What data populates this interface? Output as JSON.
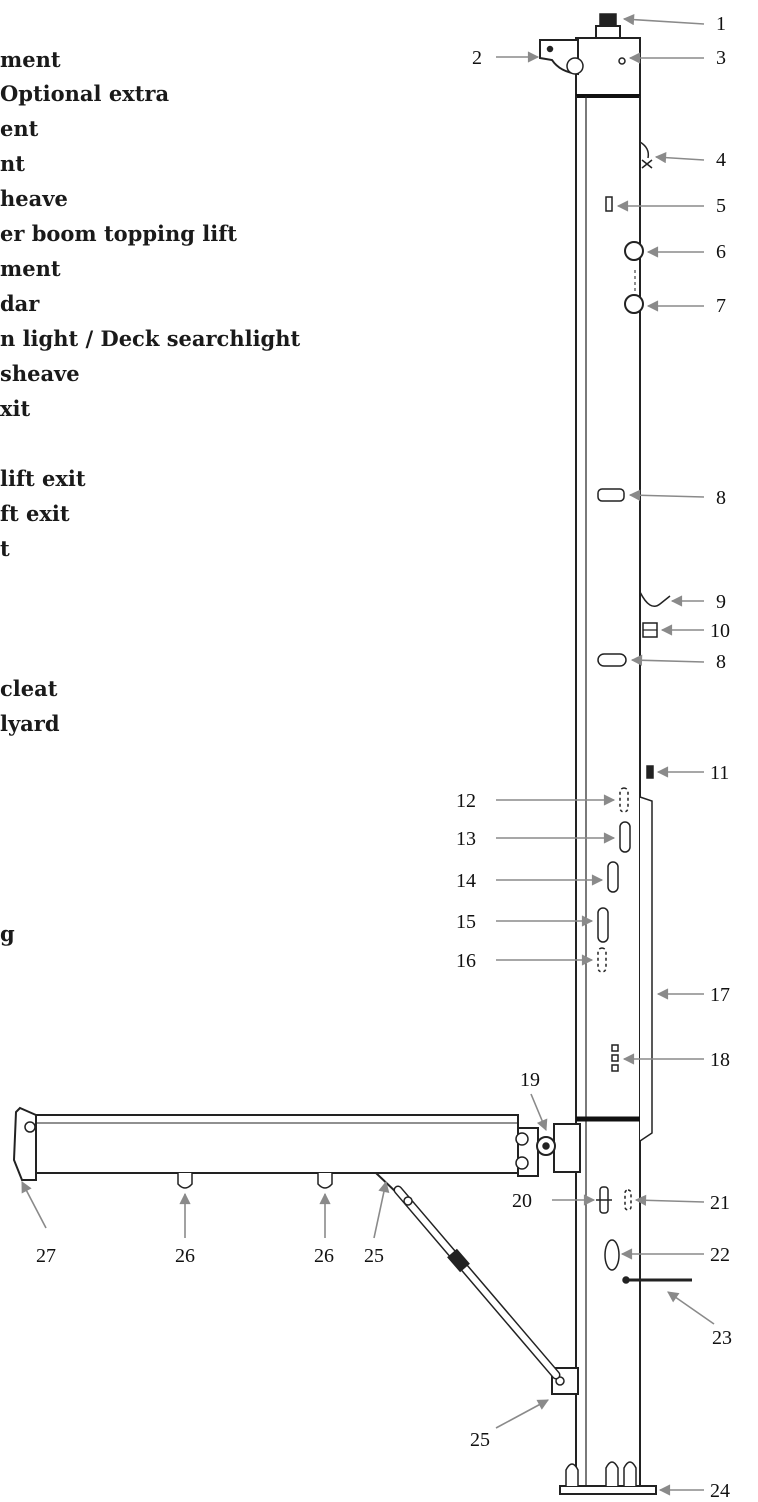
{
  "legend": [
    "ment",
    " Optional extra",
    "ent",
    "nt",
    "heave",
    "er boom topping lift",
    "ment",
    "dar",
    "n light / Deck searchlight",
    " sheave",
    "xit",
    "",
    " lift exit",
    "ft exit",
    "t",
    "",
    "",
    "",
    " cleat",
    "lyard",
    "",
    "",
    "",
    "",
    "",
    "g"
  ],
  "callouts": [
    "1",
    "2",
    "3",
    "4",
    "5",
    "6",
    "7",
    "8",
    "9",
    "10",
    "8",
    "11",
    "12",
    "13",
    "14",
    "15",
    "16",
    "17",
    "18",
    "19",
    "20",
    "21",
    "22",
    "23",
    "25",
    "24",
    "27",
    "26",
    "26",
    "25"
  ]
}
